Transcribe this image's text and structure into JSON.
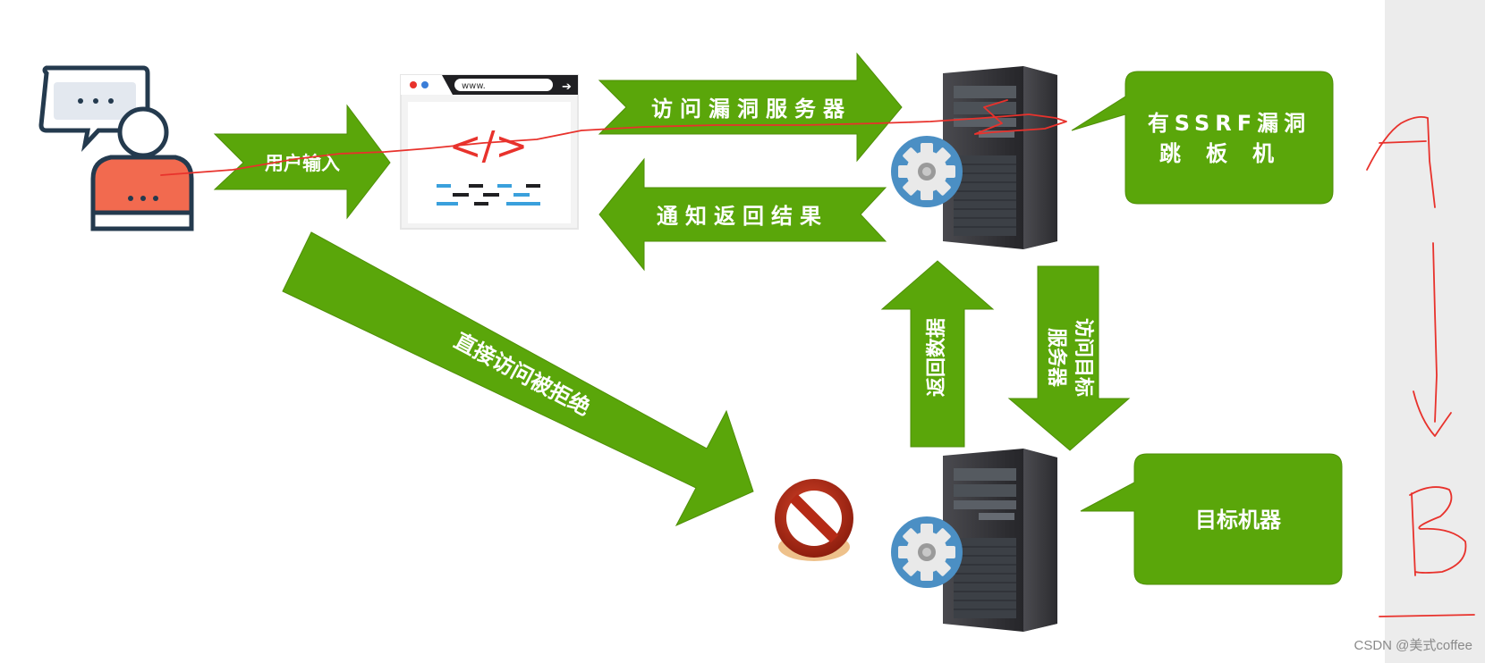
{
  "diagram": {
    "nodes": {
      "user": "user-icon",
      "browser": {
        "url_text": "www.",
        "code_symbol": "</>"
      },
      "vuln_server": "server-icon",
      "target_server": "server-icon",
      "blocked": "prohibited-icon"
    },
    "arrows": {
      "user_input": "用户输入",
      "access_vuln_server": "访问漏洞服务器",
      "notify_result": "通知返回结果",
      "direct_access_denied": "直接访问被拒绝",
      "return_data": "返回数据",
      "access_target": [
        "访问目标",
        "服务器"
      ]
    },
    "callouts": {
      "vuln_server_line1": "有SSRF漏洞",
      "vuln_server_line2": "跳板机",
      "target": "目标机器"
    },
    "handwriting": [
      "A",
      "B"
    ],
    "watermark": "CSDN @美式coffee"
  },
  "colors": {
    "arrow": "#5aa60a",
    "annotation": "#e8322c",
    "server": "#2f2f33",
    "prohibited": "#b52a16"
  }
}
